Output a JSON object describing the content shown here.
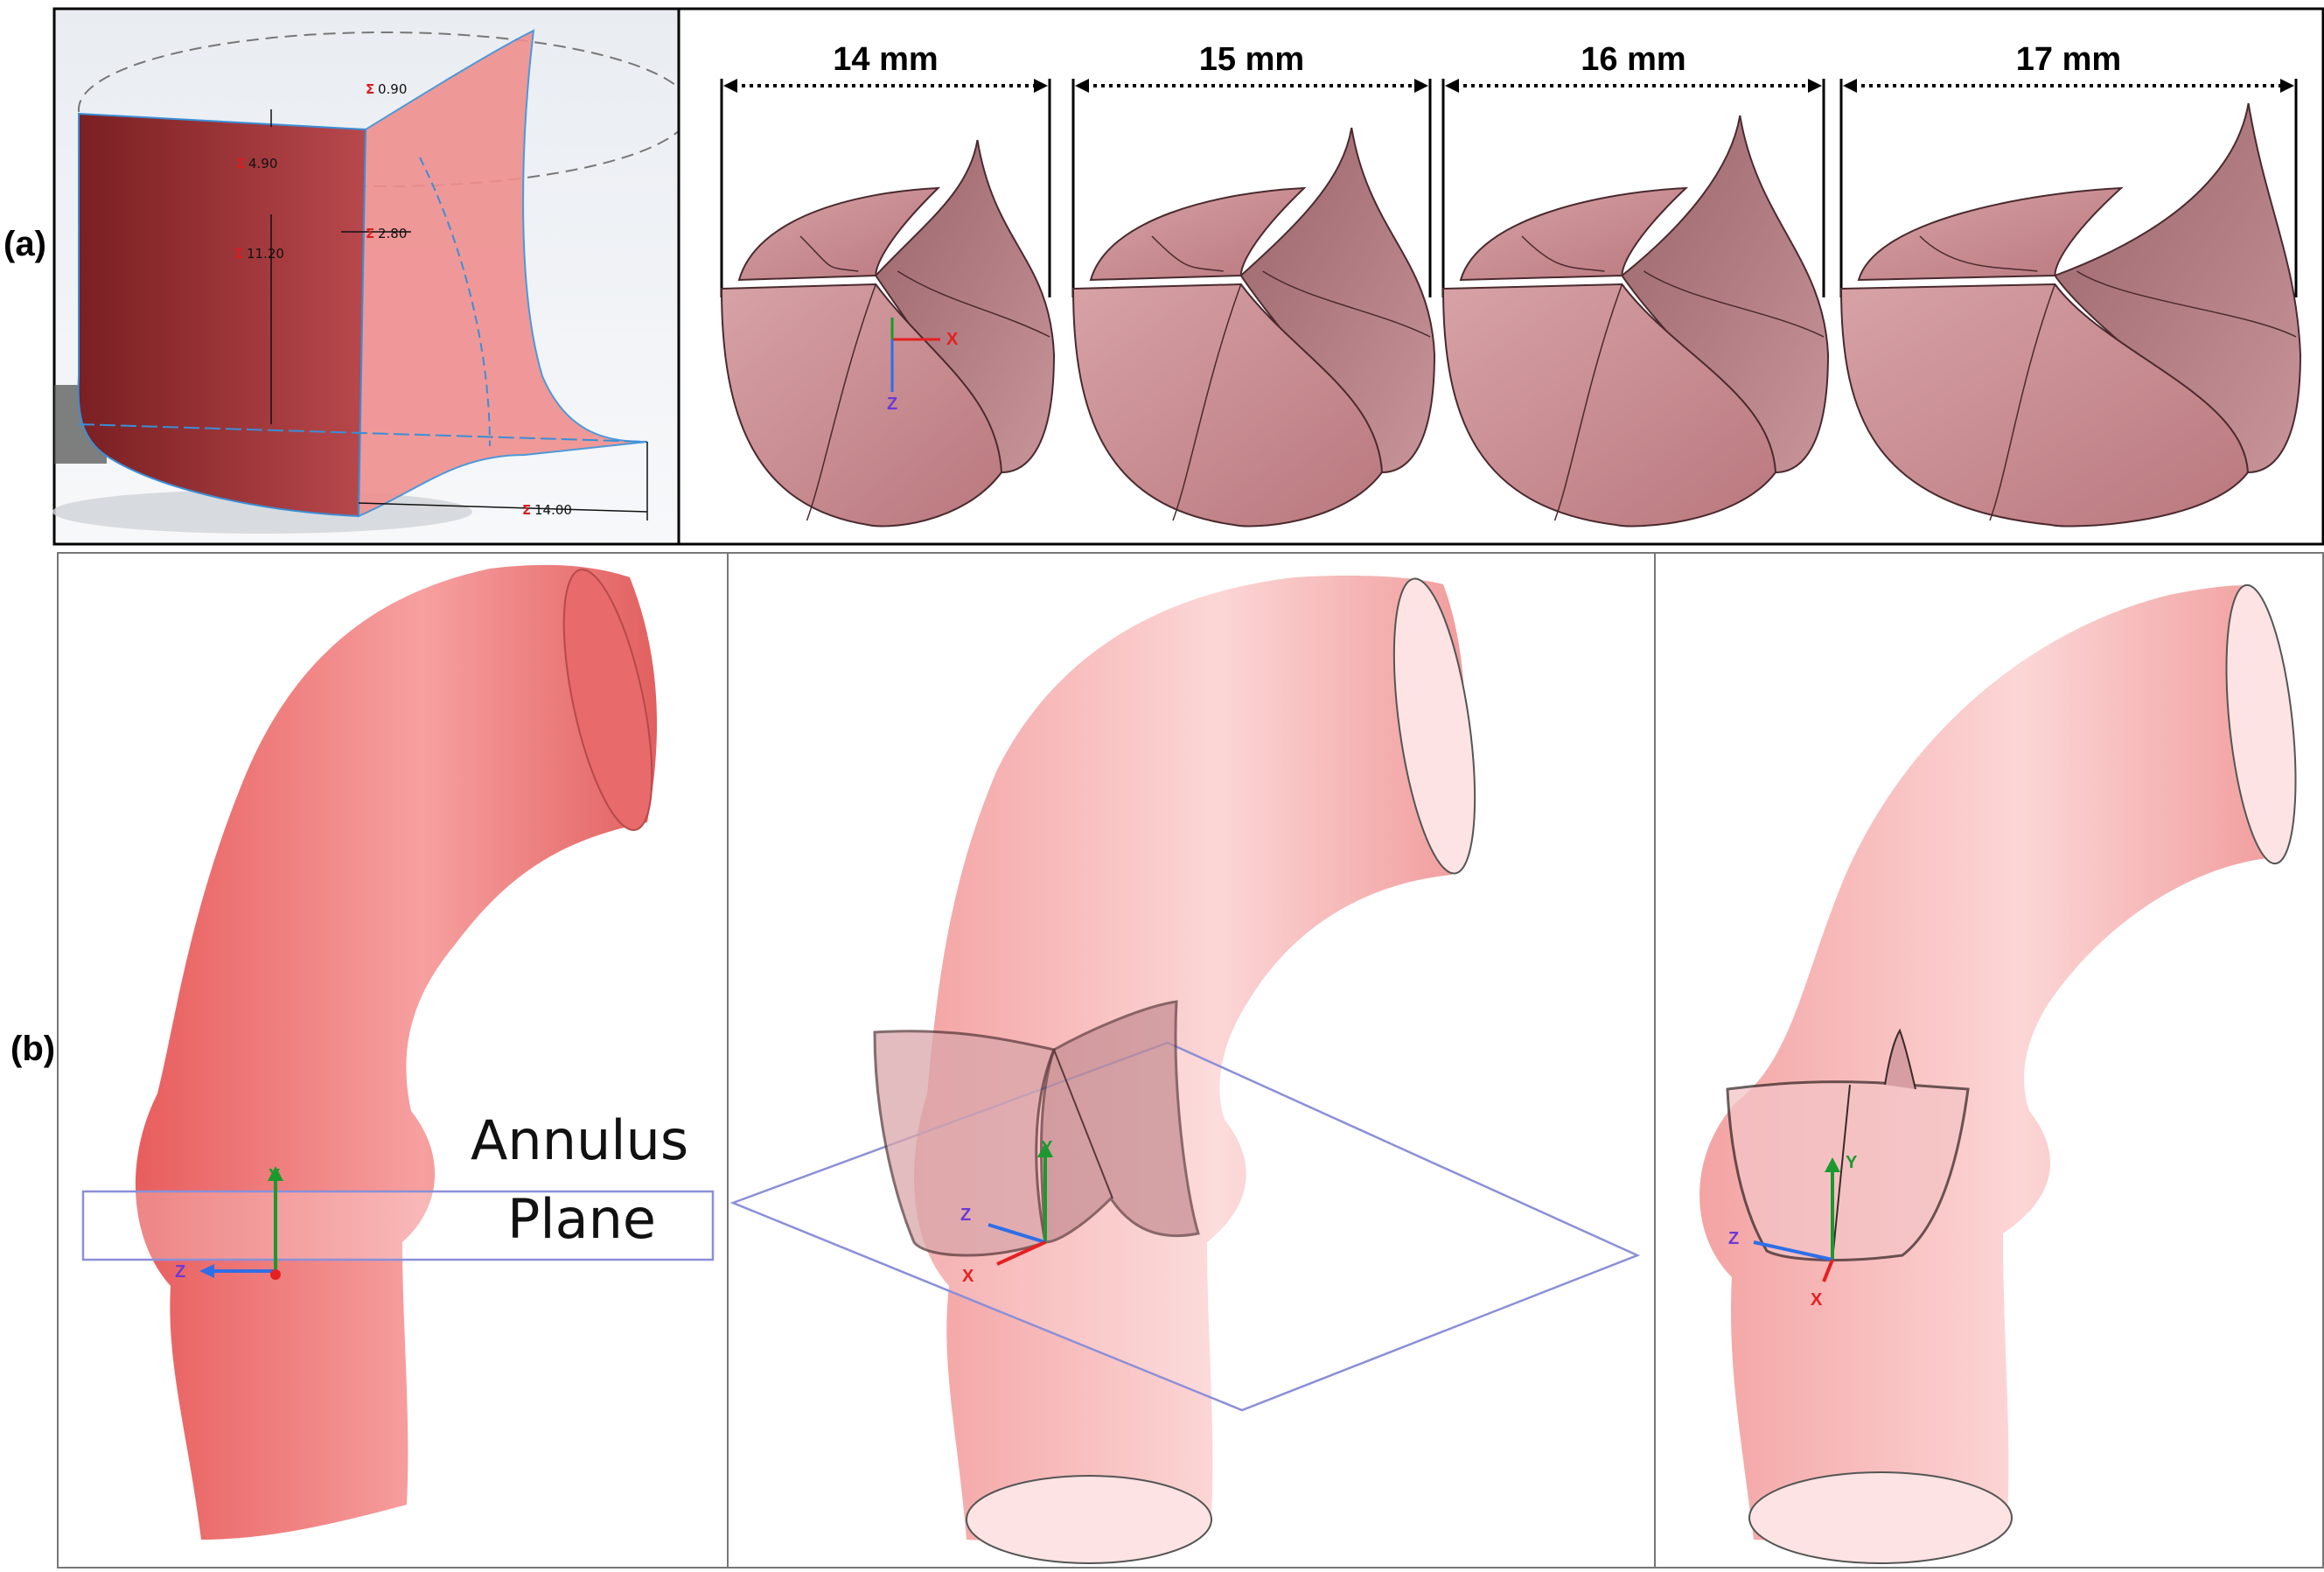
{
  "panels": {
    "a_label": "(a)",
    "b_label": "(b)"
  },
  "dimensions": {
    "d1": "0.90",
    "d2": "4.90",
    "d3": "2.80",
    "d4": "11.20",
    "d5": "14.00"
  },
  "sizes": [
    "14 mm",
    "15 mm",
    "16 mm",
    "17 mm"
  ],
  "annotation": {
    "line1": "Annulus",
    "line2": "Plane"
  },
  "axes": {
    "x": "X",
    "y": "Y",
    "z": "Z"
  },
  "colors": {
    "tissue": "#f07a7a",
    "tissue_light": "#f9b8b8",
    "leaflet": "#c98a8e",
    "leaflet_dark": "#8f5a60",
    "sketch_line": "#3a8fd6",
    "plane": "#8b8fd8",
    "axis_x": "#e52020",
    "axis_y": "#1a9a2e",
    "axis_z": "#2f6ee8"
  }
}
